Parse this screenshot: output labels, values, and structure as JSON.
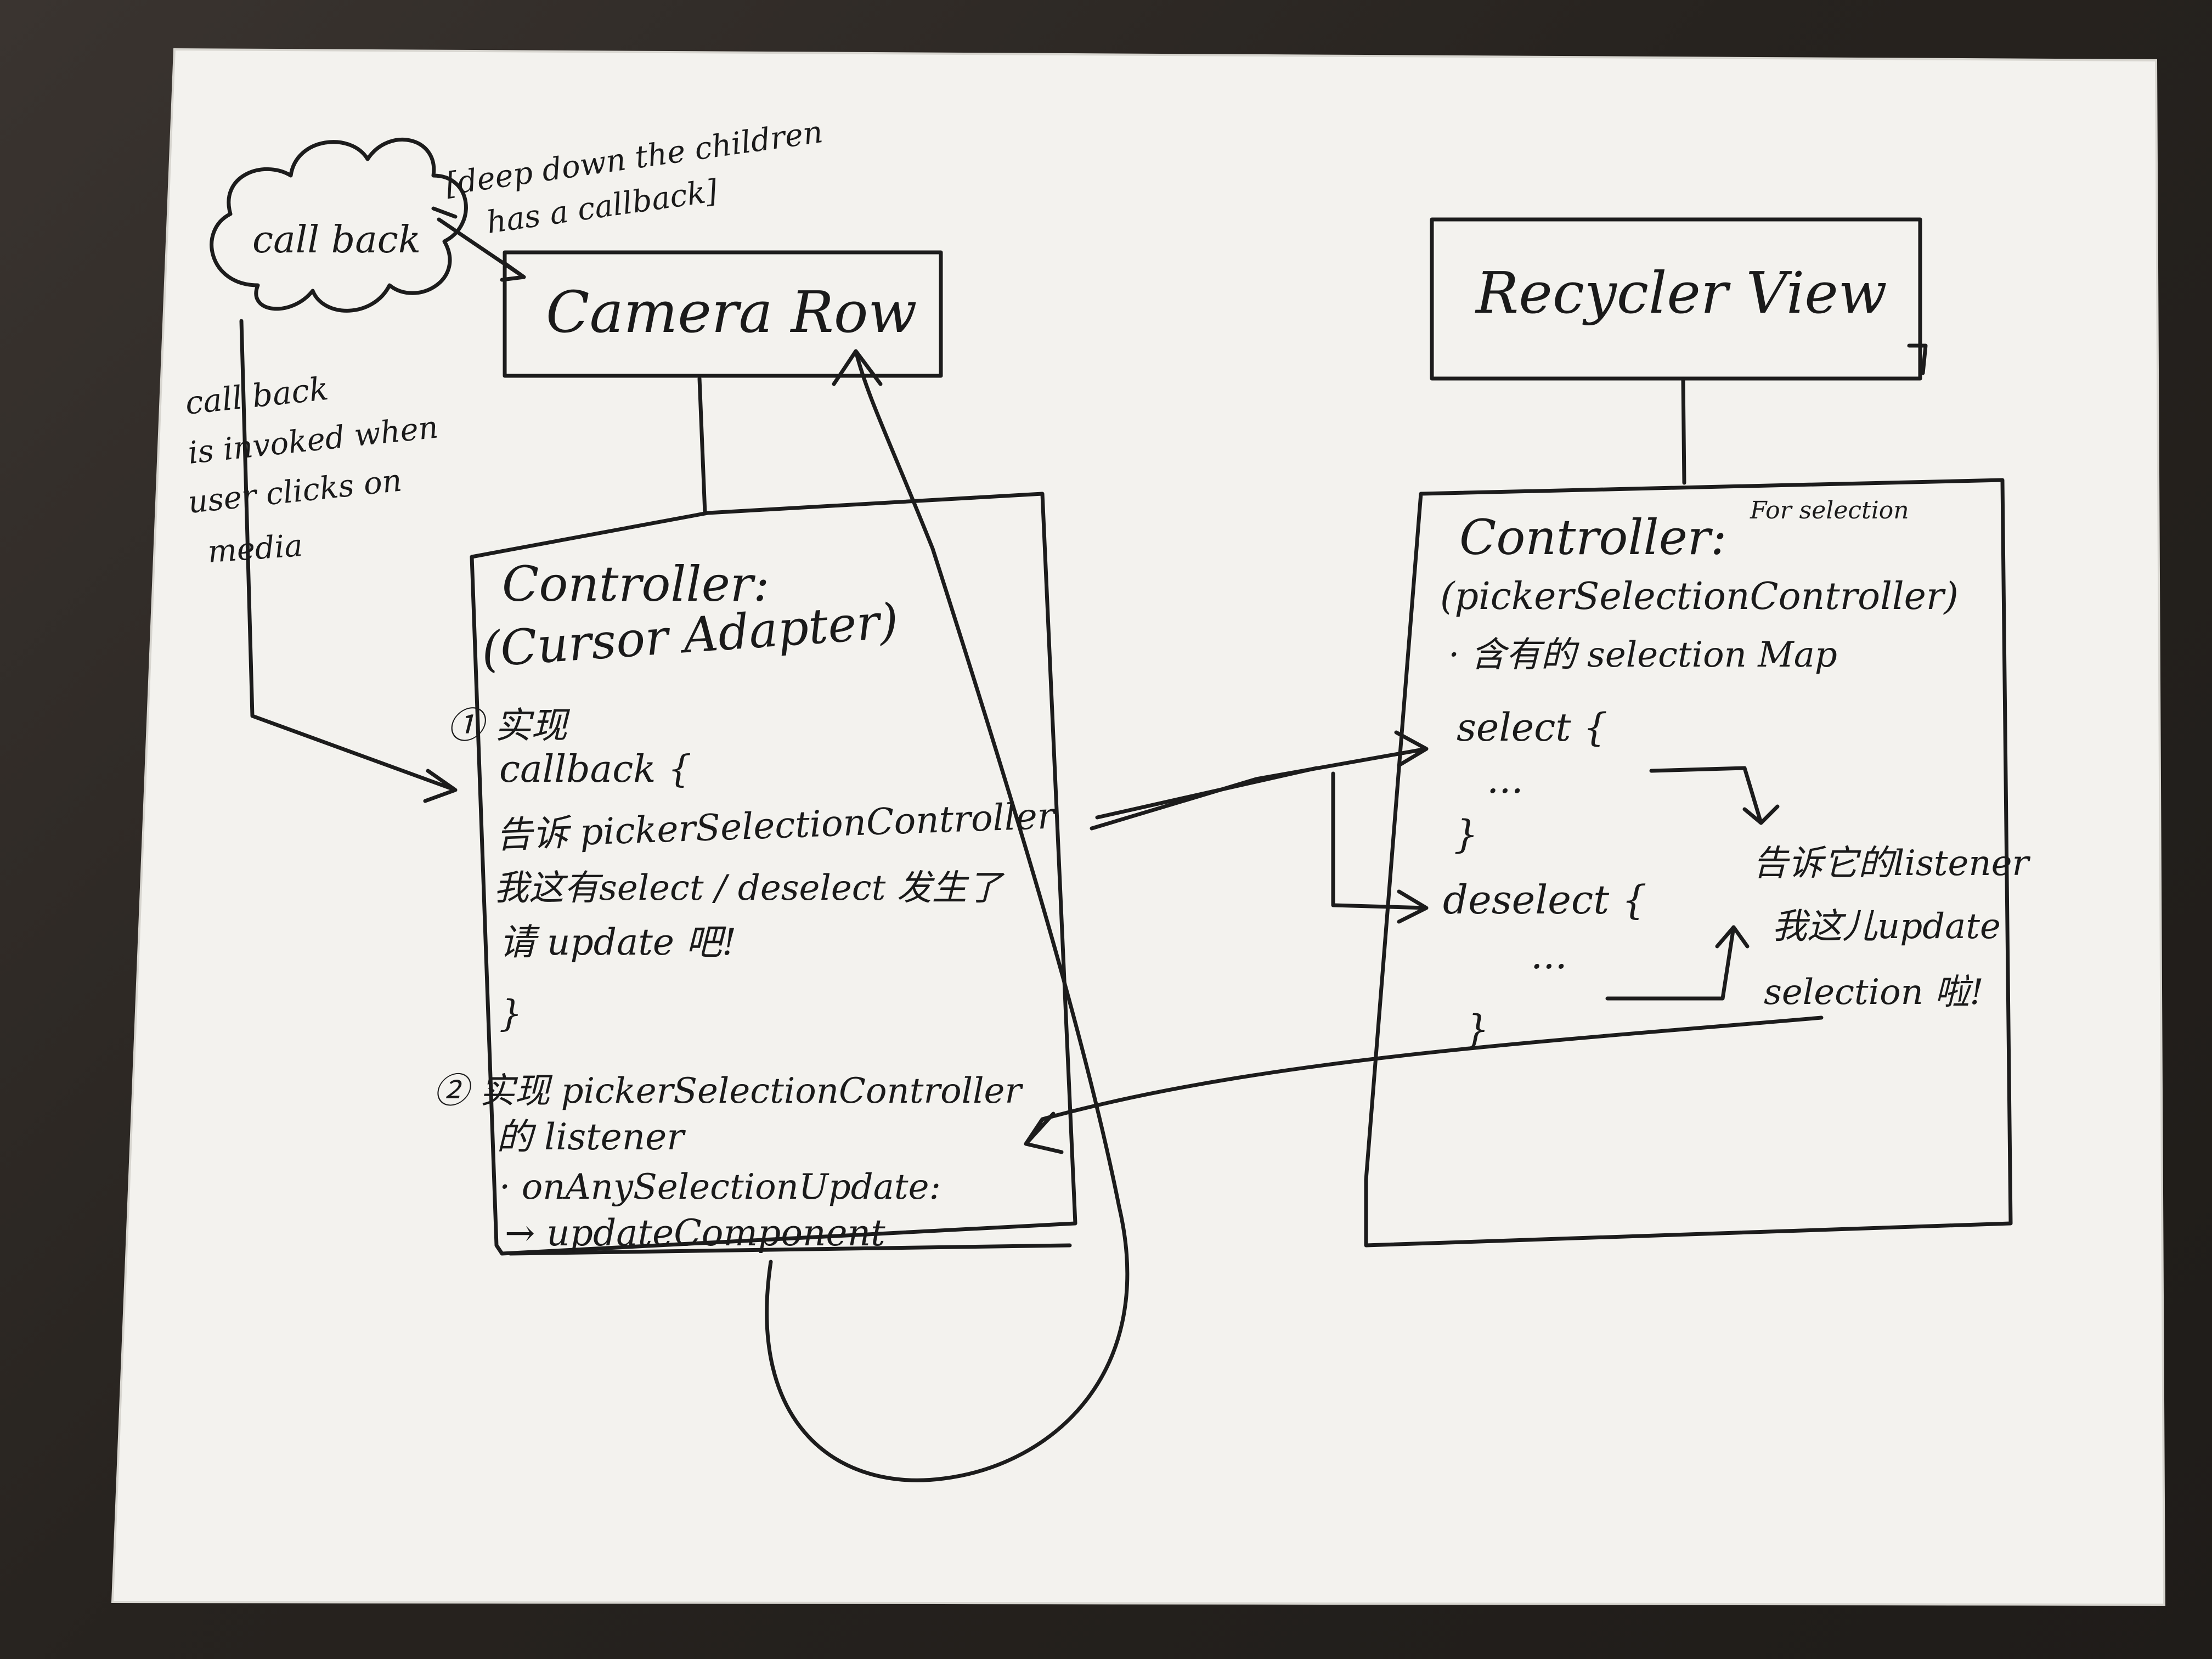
{
  "cloud": {
    "label": "call back"
  },
  "cloud_note": {
    "line1": "[deep down the children",
    "line2": "has a callback]"
  },
  "callback_note": {
    "lines": [
      "call back",
      "is invoked when",
      "user clicks on",
      "media"
    ]
  },
  "camera_row": {
    "title": "Camera Row"
  },
  "recycler_view": {
    "title": "Recycler View"
  },
  "left_controller": {
    "title_line1": "Controller:",
    "title_line2": "(Cursor Adapter)",
    "lines": [
      "① 实现",
      "callback {",
      "  告诉 pickerSelectionController",
      "我这有select / deselect 发生了",
      "请 update 吧!",
      "}",
      "② 实现 pickerSelectionController",
      "的 listener",
      "· onAnySelectionUpdate:",
      "→ updateComponent"
    ]
  },
  "right_controller": {
    "title": "Controller:",
    "for_label": "For selection",
    "subtitle": "(pickerSelectionController)",
    "map_line": "· 含有的 selection Map",
    "select_open": "select {",
    "select_dots": "...",
    "select_close": "}",
    "deselect_open": "deselect {",
    "deselect_dots": "...",
    "deselect_close": "}"
  },
  "side_note": {
    "lines": [
      "告诉它的listener",
      "我这儿update",
      "selection 啦!"
    ]
  },
  "colors": {
    "paper": "#f4f3f0",
    "ink": "#1a1a1a",
    "desk": "#2a2623"
  }
}
